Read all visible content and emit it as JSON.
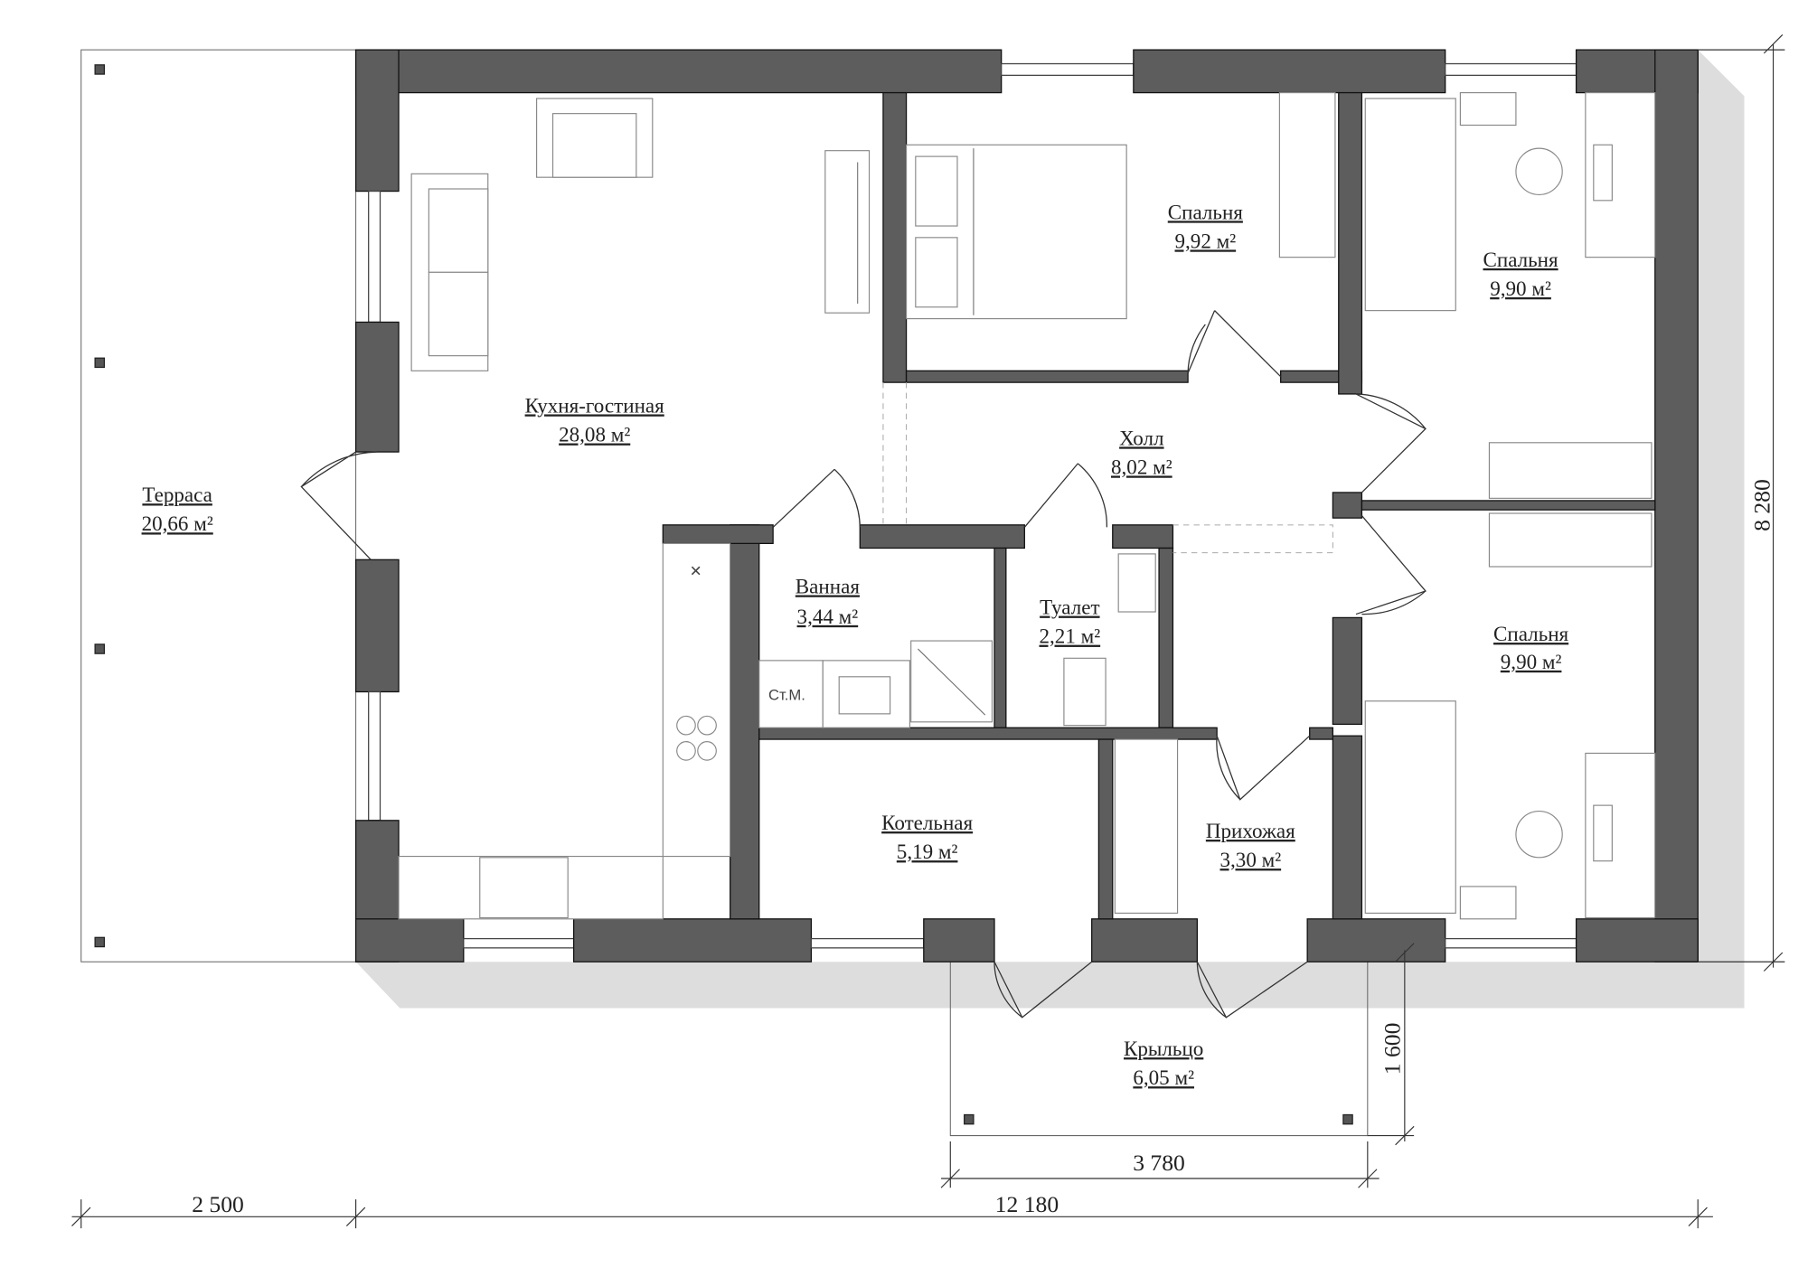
{
  "plan": {
    "rooms": {
      "terrace": {
        "name": "Терраса",
        "area": "20,66 м²"
      },
      "kitchen_living": {
        "name": "Кухня-гостиная",
        "area": "28,08 м²"
      },
      "bedroom1": {
        "name": "Спальня",
        "area": "9,92 м²"
      },
      "bedroom2": {
        "name": "Спальня",
        "area": "9,90 м²"
      },
      "bedroom3": {
        "name": "Спальня",
        "area": "9,90 м²"
      },
      "hall": {
        "name": "Холл",
        "area": "8,02 м²"
      },
      "bathroom": {
        "name": "Ванная",
        "area": "3,44 м²"
      },
      "toilet": {
        "name": "Туалет",
        "area": "2,21 м²"
      },
      "boiler": {
        "name": "Котельная",
        "area": "5,19 м²"
      },
      "entry": {
        "name": "Прихожая",
        "area": "3,30 м²"
      },
      "porch": {
        "name": "Крыльцо",
        "area": "6,05 м²"
      }
    },
    "washer_label": "Ст.М.",
    "dimensions": {
      "height_total": "8 280",
      "porch_depth": "1 600",
      "porch_width": "3 780",
      "terrace_width": "2 500",
      "house_width": "12 180"
    }
  }
}
